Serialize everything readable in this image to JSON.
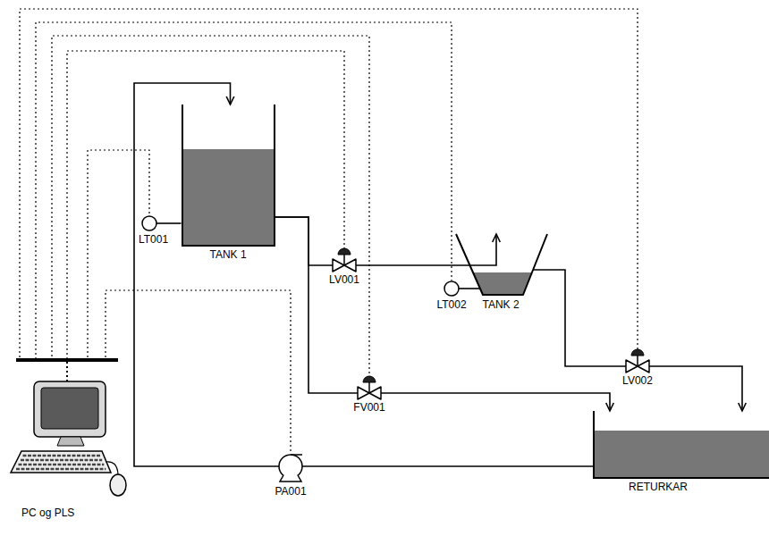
{
  "diagram": {
    "nodes": [
      {
        "text": [
          "TANK 1"
        ]
      },
      {
        "text": [
          "LT001"
        ]
      },
      {
        "text": [
          "LV001"
        ]
      },
      {
        "text": [
          "TANK 2"
        ]
      },
      {
        "text": [
          "LT002"
        ]
      },
      {
        "text": [
          "FV001"
        ]
      },
      {
        "text": [
          "LV002"
        ]
      },
      {
        "text": [
          "RETURKAR"
        ]
      },
      {
        "text": [
          "PA001"
        ]
      },
      {
        "text": [
          "PC og PLS"
        ]
      }
    ],
    "edges": [
      {
        "from": 8,
        "to": 0,
        "arrow": "to"
      },
      {
        "from": 0,
        "to": 2,
        "arrow": "none"
      },
      {
        "from": 2,
        "to": 3,
        "arrow": "to"
      },
      {
        "from": 0,
        "to": 5,
        "arrow": "none"
      },
      {
        "from": 5,
        "to": 7,
        "arrow": "to"
      },
      {
        "from": 3,
        "to": 6,
        "arrow": "none"
      },
      {
        "from": 6,
        "to": 7,
        "arrow": "to"
      },
      {
        "from": 7,
        "to": 8,
        "arrow": "none"
      },
      {
        "from": 1,
        "to": 0,
        "arrow": "none"
      },
      {
        "from": 4,
        "to": 3,
        "arrow": "none"
      },
      {
        "from": 9,
        "to": 6,
        "arrow": "none"
      },
      {
        "from": 9,
        "to": 4,
        "arrow": "none"
      },
      {
        "from": 9,
        "to": 5,
        "arrow": "none"
      },
      {
        "from": 9,
        "to": 2,
        "arrow": "none"
      },
      {
        "from": 9,
        "to": 1,
        "arrow": "none"
      },
      {
        "from": 9,
        "to": 8,
        "arrow": "none"
      }
    ]
  }
}
